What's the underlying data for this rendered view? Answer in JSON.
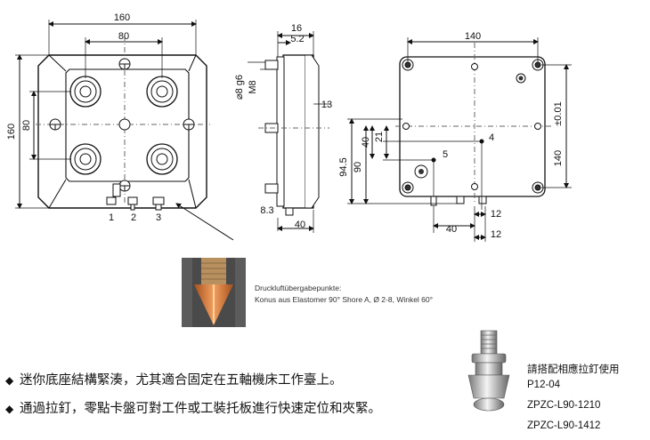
{
  "front_view": {
    "dim_width_160": "160",
    "dim_width_80": "80",
    "dim_height_160": "160",
    "dim_height_80": "80",
    "port_1": "1",
    "port_2": "2",
    "port_3": "3"
  },
  "side_view": {
    "dim_16": "16",
    "dim_5_2": "5.2",
    "dim_diameter": "⌀8 g6",
    "dim_thread": "M8",
    "dim_13": "13",
    "dim_8_3": "8.3",
    "dim_40": "40"
  },
  "rear_view": {
    "dim_140_top": "140",
    "dim_140_right": "140",
    "dim_tolerance": "±0.01",
    "dim_94_5": "94.5",
    "dim_90": "90",
    "dim_40": "40",
    "dim_21": "21",
    "label_4": "4",
    "label_5": "5",
    "dim_12_a": "12",
    "dim_40_bottom": "40",
    "dim_12_b": "12"
  },
  "detail_note": {
    "line1": "Druckluftübergabepunkte:",
    "line2": "Konus aus Elastomer 90° Shore A, Ø 2-8, Winkel 60°"
  },
  "features": [
    "迷你底座結構緊湊，尤其適合固定在五軸機床工作臺上。",
    "通過拉釘，零點卡盤可對工件或工裝托板進行快速定位和夾緊。"
  ],
  "bullet_symbol": "◆",
  "pull_stud_refs": {
    "heading": "請搭配相應拉釘使用",
    "items": [
      "P12-04",
      "ZPZC-L90-1210",
      "ZPZC-L90-1412"
    ]
  }
}
